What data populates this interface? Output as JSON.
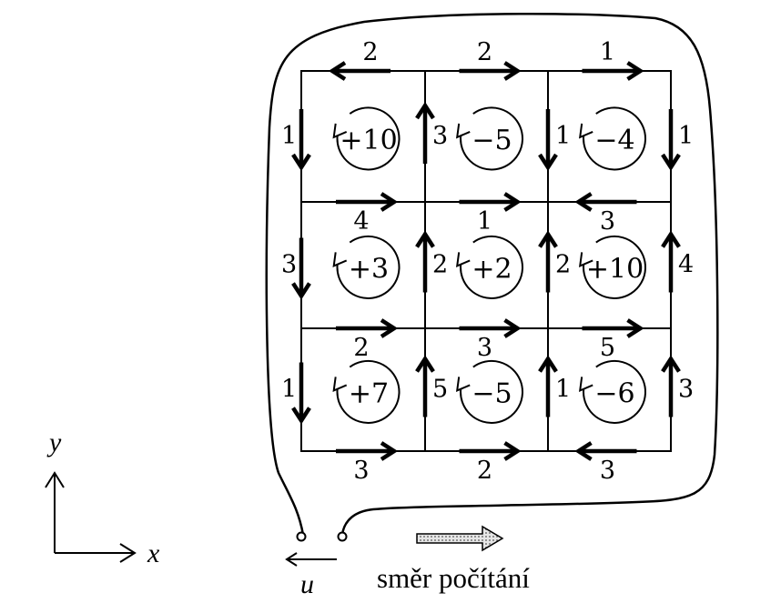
{
  "cells": [
    {
      "id": "r1c1",
      "value": "+10"
    },
    {
      "id": "r1c2",
      "value": "−5"
    },
    {
      "id": "r1c3",
      "value": "−4"
    },
    {
      "id": "r2c1",
      "value": "+3"
    },
    {
      "id": "r2c2",
      "value": "+2"
    },
    {
      "id": "r2c3",
      "value": "+10"
    },
    {
      "id": "r3c1",
      "value": "+7"
    },
    {
      "id": "r3c2",
      "value": "−5"
    },
    {
      "id": "r3c3",
      "value": "−6"
    }
  ],
  "horizontal_edges": [
    {
      "row": 0,
      "col": 0,
      "value": "2",
      "dir": "left"
    },
    {
      "row": 0,
      "col": 1,
      "value": "2",
      "dir": "right"
    },
    {
      "row": 0,
      "col": 2,
      "value": "1",
      "dir": "right"
    },
    {
      "row": 1,
      "col": 0,
      "value": "4",
      "dir": "right"
    },
    {
      "row": 1,
      "col": 1,
      "value": "1",
      "dir": "right"
    },
    {
      "row": 1,
      "col": 2,
      "value": "3",
      "dir": "left"
    },
    {
      "row": 2,
      "col": 0,
      "value": "2",
      "dir": "right"
    },
    {
      "row": 2,
      "col": 1,
      "value": "3",
      "dir": "right"
    },
    {
      "row": 2,
      "col": 2,
      "value": "5",
      "dir": "right"
    },
    {
      "row": 3,
      "col": 0,
      "value": "3",
      "dir": "right"
    },
    {
      "row": 3,
      "col": 1,
      "value": "2",
      "dir": "right"
    },
    {
      "row": 3,
      "col": 2,
      "value": "3",
      "dir": "left"
    }
  ],
  "vertical_edges": [
    {
      "row": 0,
      "col": 0,
      "value": "1",
      "dir": "down"
    },
    {
      "row": 0,
      "col": 1,
      "value": "3",
      "dir": "up"
    },
    {
      "row": 0,
      "col": 2,
      "value": "1",
      "dir": "down"
    },
    {
      "row": 0,
      "col": 3,
      "value": "1",
      "dir": "down"
    },
    {
      "row": 1,
      "col": 0,
      "value": "3",
      "dir": "down"
    },
    {
      "row": 1,
      "col": 1,
      "value": "2",
      "dir": "up"
    },
    {
      "row": 1,
      "col": 2,
      "value": "2",
      "dir": "up"
    },
    {
      "row": 1,
      "col": 3,
      "value": "4",
      "dir": "up"
    },
    {
      "row": 2,
      "col": 0,
      "value": "1",
      "dir": "down"
    },
    {
      "row": 2,
      "col": 1,
      "value": "5",
      "dir": "up"
    },
    {
      "row": 2,
      "col": 2,
      "value": "1",
      "dir": "up"
    },
    {
      "row": 2,
      "col": 3,
      "value": "3",
      "dir": "up"
    }
  ],
  "axes": {
    "x_label": "x",
    "y_label": "y"
  },
  "terminal_label": "u",
  "caption": "směr počítání"
}
